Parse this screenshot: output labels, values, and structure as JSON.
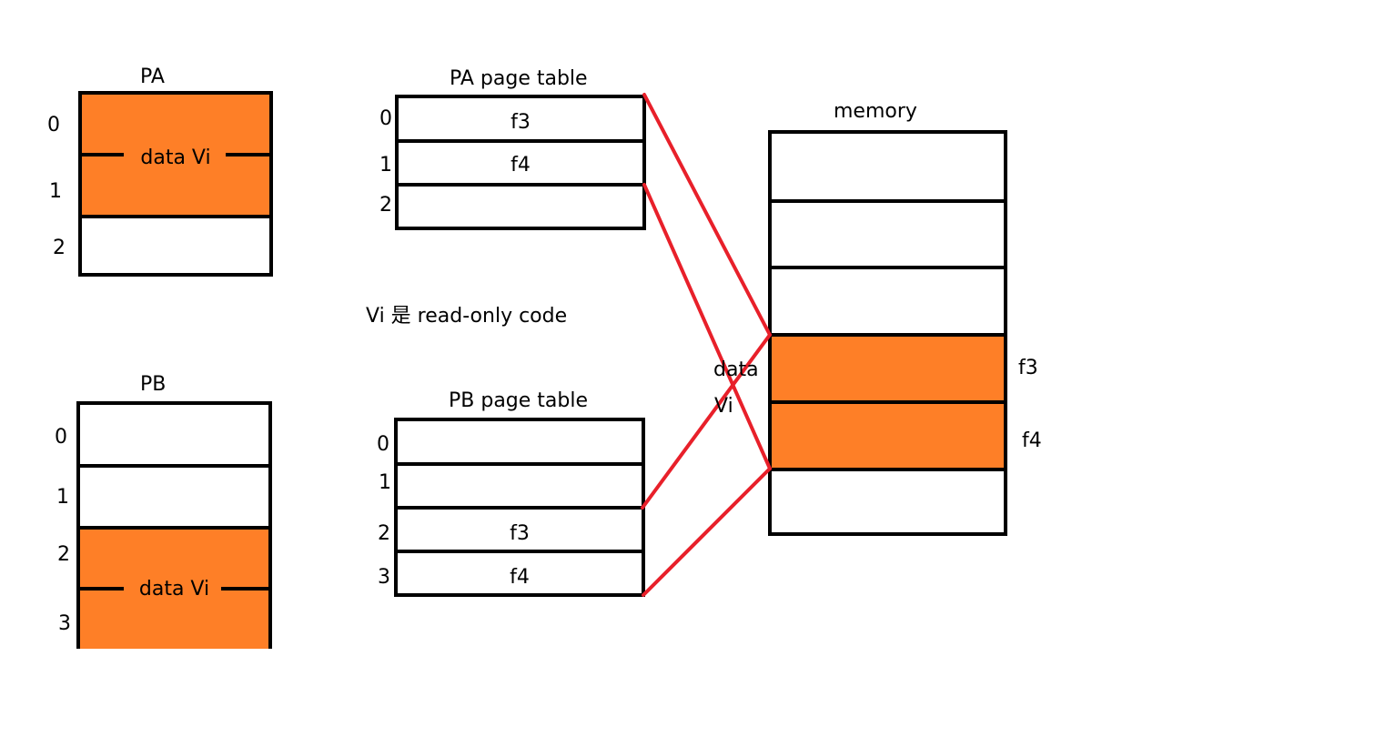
{
  "pa": {
    "title": "PA",
    "rows": [
      "0",
      "1",
      "2"
    ],
    "content": "data Vi"
  },
  "pb": {
    "title": "PB",
    "rows": [
      "0",
      "1",
      "2",
      "3"
    ],
    "content": "data Vi"
  },
  "pa_page_table": {
    "title": "PA page table",
    "rows": [
      "0",
      "1",
      "2"
    ],
    "entries": [
      "f3",
      "f4",
      ""
    ]
  },
  "pb_page_table": {
    "title": "PB page table",
    "rows": [
      "0",
      "1",
      "2",
      "3"
    ],
    "entries": [
      "",
      "",
      "f3",
      "f4"
    ]
  },
  "note": "Vi 是 read-only code",
  "memory": {
    "title": "memory",
    "frame_labels": [
      "f3",
      "f4"
    ],
    "overlay_label_line1": "data",
    "overlay_label_line2": "Vi"
  },
  "colors": {
    "shared_page": "#fe7f27",
    "mapping_line": "#e8202a",
    "border": "#000000"
  }
}
